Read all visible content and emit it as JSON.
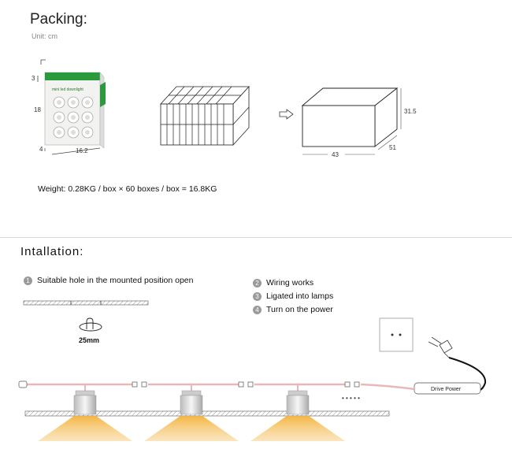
{
  "packing": {
    "title": "Packing:",
    "unit": "Unit: cm",
    "product_box": {
      "height": "18",
      "depth": "4",
      "width": "16.2",
      "top": "3",
      "brand_label": "mini led downlight"
    },
    "carton": {
      "height": "31.5",
      "length": "43",
      "width": "51"
    },
    "weight": "Weight: 0.28KG / box × 60 boxes / box = 16.8KG"
  },
  "installation": {
    "title": "Intallation:",
    "steps": [
      {
        "num": "1",
        "text": "Suitable hole in the mounted position open"
      },
      {
        "num": "2",
        "text": "Wiring works"
      },
      {
        "num": "3",
        "text": "Ligated into lamps"
      },
      {
        "num": "4",
        "text": "Turn on the power"
      }
    ],
    "hole_size": "25mm",
    "driver_label": "Drive Power",
    "continuation": "• • • • •"
  },
  "colors": {
    "cable": "#e8b8b8",
    "light_beam": "#f3b23a",
    "badge": "#9a9a9a",
    "product_green": "#2a9a3c"
  }
}
